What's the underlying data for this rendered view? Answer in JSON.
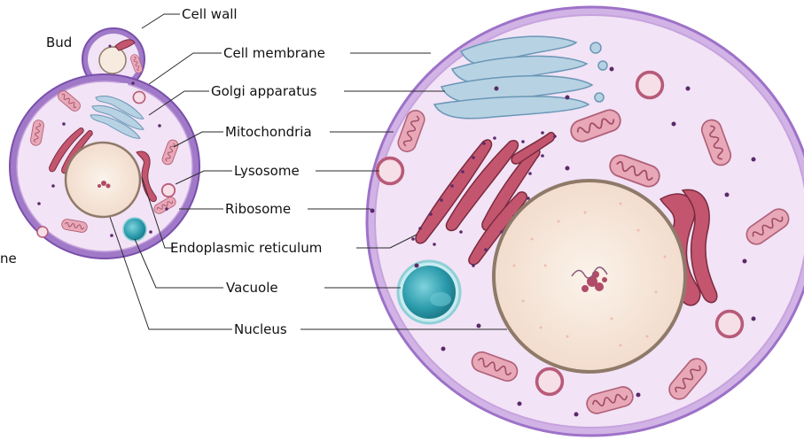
{
  "labels": {
    "bud": "Bud",
    "cell_wall": "Cell wall",
    "cell_membrane": "Cell membrane",
    "golgi": "Golgi apparatus",
    "mitochondria": "Mitochondria",
    "lysosome": "Lysosome",
    "ribosome": "Ribosome",
    "er": "Endoplasmic reticulum",
    "vacuole": "Vacuole",
    "nucleus": "Nucleus",
    "cut_edge": "ne"
  },
  "colors": {
    "cell_wall": "#8e63c0",
    "membrane": "#b88ed6",
    "cytoplasm": "#f1e2f5",
    "golgi": "#8fb3cc",
    "mitochondria": "#d98aa0",
    "er": "#a9475e",
    "nucleus": "#f7ebe0",
    "vacuole": "#2e9fae",
    "lysosome": "#c06080",
    "ribosome": "#5a2a6a"
  }
}
